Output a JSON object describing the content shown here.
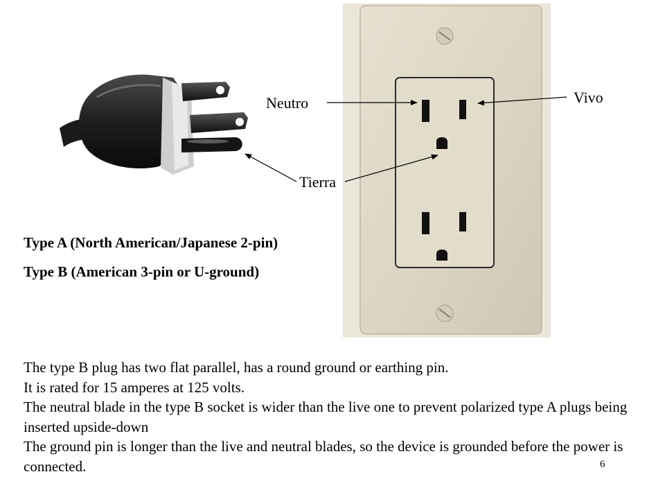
{
  "labels": {
    "neutral": "Neutro",
    "live": "Vivo",
    "ground": "Tierra"
  },
  "plug_types": {
    "type_a": "Type A (North American/Japanese 2-pin)",
    "type_b": "Type B (American 3-pin or U-ground)"
  },
  "paragraphs": [
    "The type B plug has two flat parallel, has a round ground or earthing pin.",
    "It is rated for 15 amperes at 125 volts.",
    "The neutral blade in the type B socket is wider than the live one to prevent polarized type A plugs being inserted upside-down",
    "The ground pin is longer than the live and neutral blades, so the device is grounded before the power is connected."
  ],
  "page_number": "6",
  "images": {
    "plug": "three-prong-plug-photo",
    "outlet": "duplex-outlet-photo"
  }
}
